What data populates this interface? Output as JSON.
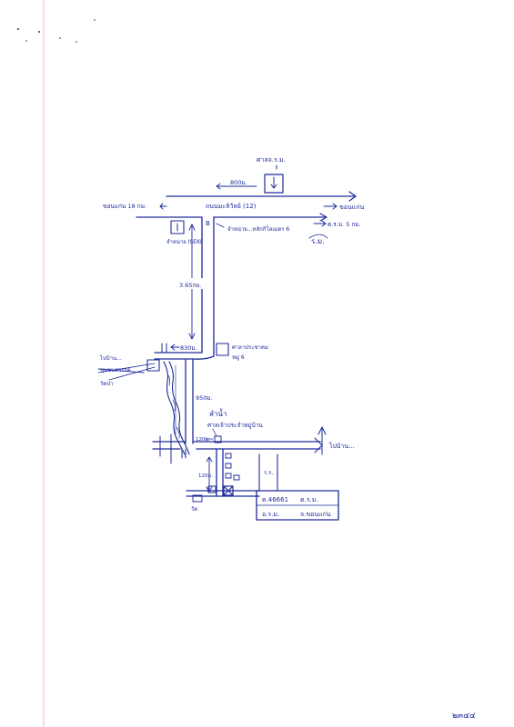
{
  "map": {
    "ink_color": "#1d2a9a",
    "paper_color": "#ffffff",
    "margin_color": "#f2b8bf",
    "labels": {
      "top_landmark": "ศาลจ.ร.ม.",
      "dist_top": "800ม.",
      "main_road_left": "ขอนแก่น 18 กม.",
      "main_road_name": "ถนนมะลิวัลย์ (12)",
      "main_road_right": "ขอนแก่น",
      "junction_b": "B",
      "shop_left": "จำหน่าย ISEKI",
      "shop_right": "จำหน่าย...หลักกิโลเมตร 6",
      "right_dest": "ต.ร.ม. 5 กม.",
      "right_dest_note": "ร.ม.",
      "dist_vertical": "3.65กม.",
      "dist_cross": "830ม.",
      "landmark_right": "ศาลาประชาคม",
      "landmark_right_2": "หมู่ 6",
      "left_note_1": "ไปบ้าน...",
      "left_note_2": "ชุมชนสวรรค์",
      "left_note_3": "วัดป่า",
      "dist_950": "950ม.",
      "village": "ลำน้ำ",
      "village_2": "ศาลเจ้าประจำหมู่บ้าน",
      "dist_120a": "120ม.",
      "to_right": "ไปบ้าน...",
      "dist_120b": "120ม.",
      "school": "ร.ร.",
      "temple": "วัด",
      "x_mark": "X",
      "parcel_line_1a": "ต.46661",
      "parcel_line_1b": "ต.ร.ม.",
      "parcel_line_2a": "อ.ร.ม.",
      "parcel_line_2b": "จ.ขอนแก่น",
      "page_mark": "๒๓๔๔"
    }
  }
}
